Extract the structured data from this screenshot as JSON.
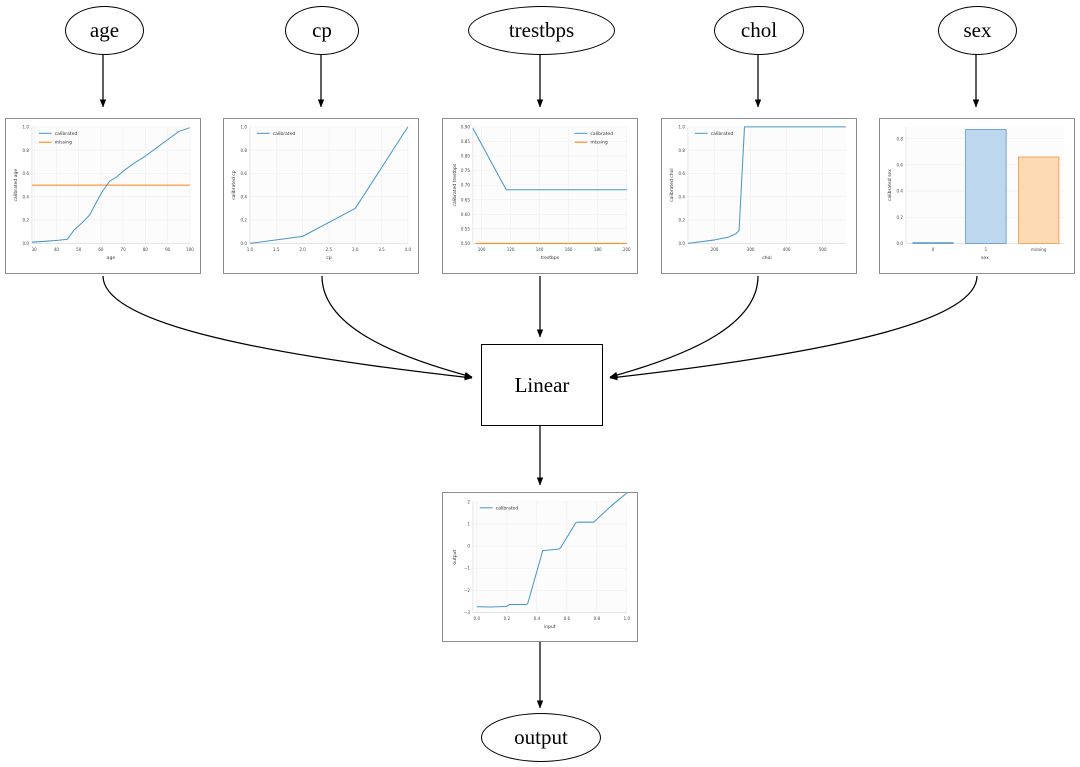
{
  "graph": {
    "input_nodes": [
      {
        "id": "age",
        "label": "age"
      },
      {
        "id": "cp",
        "label": "cp"
      },
      {
        "id": "trestbps",
        "label": "trestbps"
      },
      {
        "id": "chol",
        "label": "chol"
      },
      {
        "id": "sex",
        "label": "sex"
      }
    ],
    "linear_node": {
      "label": "Linear"
    },
    "output_node": {
      "label": "output"
    },
    "legend_calibrated": "calibrated",
    "legend_missing": "missing",
    "colors": {
      "calibrated": "#4a97c9",
      "missing": "#ff7f0e",
      "bar_blue_fill": "#bdd7ee",
      "bar_orange_fill": "#fdd9b4",
      "node_stroke": "#000000",
      "panel_border": "#8c8c8c"
    }
  },
  "chart_data": [
    {
      "id": "age",
      "type": "line",
      "title": "",
      "xlabel": "age",
      "ylabel": "calibrated age",
      "xlim": [
        29,
        100
      ],
      "ylim": [
        -0.02,
        1.02
      ],
      "xticks": [
        30,
        40,
        50,
        60,
        70,
        80,
        90,
        100
      ],
      "yticks": [
        0.0,
        0.2,
        0.4,
        0.6,
        0.8,
        1.0
      ],
      "grid": true,
      "legend": [
        "calibrated",
        "missing"
      ],
      "legend_position": "upper left",
      "series": [
        {
          "name": "calibrated",
          "x": [
            29,
            35,
            41,
            45,
            48,
            52,
            55,
            58,
            61,
            64,
            67,
            70,
            75,
            80,
            85,
            90,
            95,
            100
          ],
          "y": [
            0.01,
            0.018,
            0.025,
            0.03,
            0.09,
            0.16,
            0.22,
            0.33,
            0.43,
            0.51,
            0.545,
            0.6,
            0.67,
            0.73,
            0.8,
            0.87,
            0.94,
            1.0
          ]
        },
        {
          "name": "missing",
          "x": [
            29,
            100
          ],
          "y": [
            0.5,
            0.5
          ]
        }
      ]
    },
    {
      "id": "cp",
      "type": "line",
      "title": "",
      "xlabel": "cp",
      "ylabel": "calibrated cp",
      "xlim": [
        1.0,
        4.0
      ],
      "ylim": [
        -0.02,
        1.02
      ],
      "xticks": [
        1.0,
        1.5,
        2.0,
        2.5,
        3.0,
        3.5,
        4.0
      ],
      "yticks": [
        0.0,
        0.2,
        0.4,
        0.6,
        0.8,
        1.0
      ],
      "grid": true,
      "legend": [
        "calibrated"
      ],
      "legend_position": "upper left",
      "series": [
        {
          "name": "calibrated",
          "x": [
            1.0,
            2.0,
            3.0,
            4.0
          ],
          "y": [
            0.0,
            0.06,
            0.3,
            1.0
          ]
        }
      ]
    },
    {
      "id": "trestbps",
      "type": "line",
      "title": "",
      "xlabel": "trestbps",
      "ylabel": "calibrated trestbps",
      "xlim": [
        94,
        200
      ],
      "ylim": [
        0.485,
        0.915
      ],
      "xticks": [
        100,
        120,
        140,
        160,
        180,
        200
      ],
      "yticks": [
        0.5,
        0.55,
        0.6,
        0.65,
        0.7,
        0.75,
        0.8,
        0.85,
        0.9
      ],
      "grid": true,
      "legend": [
        "calibrated",
        "missing"
      ],
      "legend_position": "upper right",
      "series": [
        {
          "name": "calibrated",
          "x": [
            94,
            117,
            200
          ],
          "y": [
            0.905,
            0.678,
            0.678
          ]
        },
        {
          "name": "missing",
          "x": [
            96,
            200
          ],
          "y": [
            0.5,
            0.5
          ]
        }
      ]
    },
    {
      "id": "chol",
      "type": "line",
      "title": "",
      "xlabel": "chol",
      "ylabel": "calibrated chol",
      "xlim": [
        126,
        564
      ],
      "ylim": [
        -0.02,
        1.02
      ],
      "xticks": [
        200,
        300,
        400,
        500
      ],
      "yticks": [
        0.0,
        0.2,
        0.4,
        0.6,
        0.8,
        1.0
      ],
      "grid": true,
      "legend": [
        "calibrated"
      ],
      "legend_position": "upper left",
      "series": [
        {
          "name": "calibrated",
          "x": [
            126,
            200,
            240,
            260,
            268,
            283,
            564
          ],
          "y": [
            0.0,
            0.03,
            0.055,
            0.085,
            0.11,
            1.0,
            1.0
          ]
        }
      ]
    },
    {
      "id": "sex",
      "type": "bar",
      "title": "",
      "xlabel": "sex",
      "ylabel": "calibrated sex",
      "categories": [
        "0",
        "1",
        "missing"
      ],
      "values": [
        0.005,
        0.87,
        0.66
      ],
      "bar_colors": [
        "#bdd7ee",
        "#bdd7ee",
        "#fdd9b4"
      ],
      "ylim": [
        0.0,
        0.92
      ],
      "yticks": [
        0.0,
        0.2,
        0.4,
        0.6,
        0.8
      ],
      "grid": true
    },
    {
      "id": "output",
      "type": "line",
      "title": "",
      "xlabel": "input",
      "ylabel": "output",
      "xlim": [
        0.0,
        1.0
      ],
      "ylim": [
        -3.45,
        2.15
      ],
      "xticks": [
        0.0,
        0.2,
        0.4,
        0.6,
        0.8,
        1.0
      ],
      "yticks": [
        -3,
        -2,
        -1,
        0,
        1,
        2
      ],
      "grid": true,
      "legend": [
        "calibrated"
      ],
      "legend_position": "upper left",
      "series": [
        {
          "name": "calibrated",
          "x": [
            0.0,
            0.1,
            0.2,
            0.22,
            0.33,
            0.34,
            0.44,
            0.45,
            0.55,
            0.56,
            0.66,
            0.67,
            0.78,
            0.79,
            0.9,
            1.0
          ],
          "y": [
            -3.28,
            -3.29,
            -3.26,
            -3.17,
            -3.17,
            -3.12,
            -0.73,
            -0.73,
            -0.66,
            -0.6,
            0.52,
            0.55,
            0.55,
            0.62,
            1.32,
            2.0
          ]
        }
      ]
    }
  ]
}
